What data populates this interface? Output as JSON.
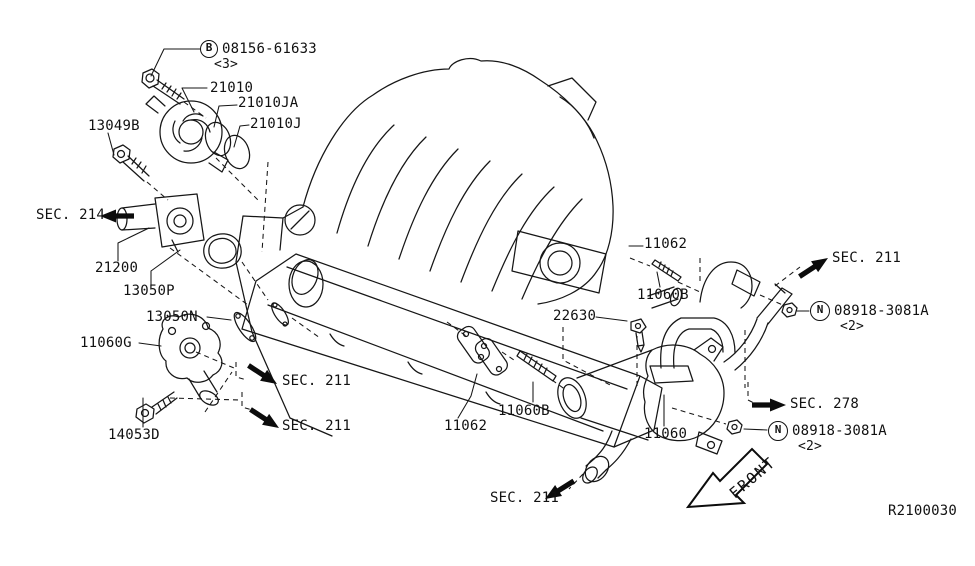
{
  "diagram": {
    "ref_code": "R2100030",
    "front_label": "FRONT",
    "callouts": {
      "bolt_b": {
        "symbol": "B",
        "part_no": "08156-61633",
        "qty": "<3>"
      },
      "water_pump": "21010",
      "oring_a": "21010JA",
      "oring_b": "21010J",
      "bolt_13049b": "13049B",
      "thermostat": "21200",
      "gasket_13050p": "13050P",
      "gasket_13050n": "13050N",
      "outlet_11060g": "11060G",
      "bolt_14053d": "14053D",
      "gasket_11062_lower": "11062",
      "stud_11060b_lower": "11060B",
      "sensor_22630": "22630",
      "gasket_11062_upper": "11062",
      "stud_11060b_upper": "11060B",
      "pipe_11060": "11060",
      "nut_n_upper": {
        "symbol": "N",
        "part_no": "08918-3081A",
        "qty": "<2>"
      },
      "nut_n_lower": {
        "symbol": "N",
        "part_no": "08918-3081A",
        "qty": "<2>"
      }
    },
    "section_refs": {
      "sec_214": "SEC. 214",
      "sec_211_a": "SEC. 211",
      "sec_211_b": "SEC. 211",
      "sec_211_bottom": "SEC. 211",
      "sec_211_right": "SEC. 211",
      "sec_278": "SEC. 278"
    }
  }
}
